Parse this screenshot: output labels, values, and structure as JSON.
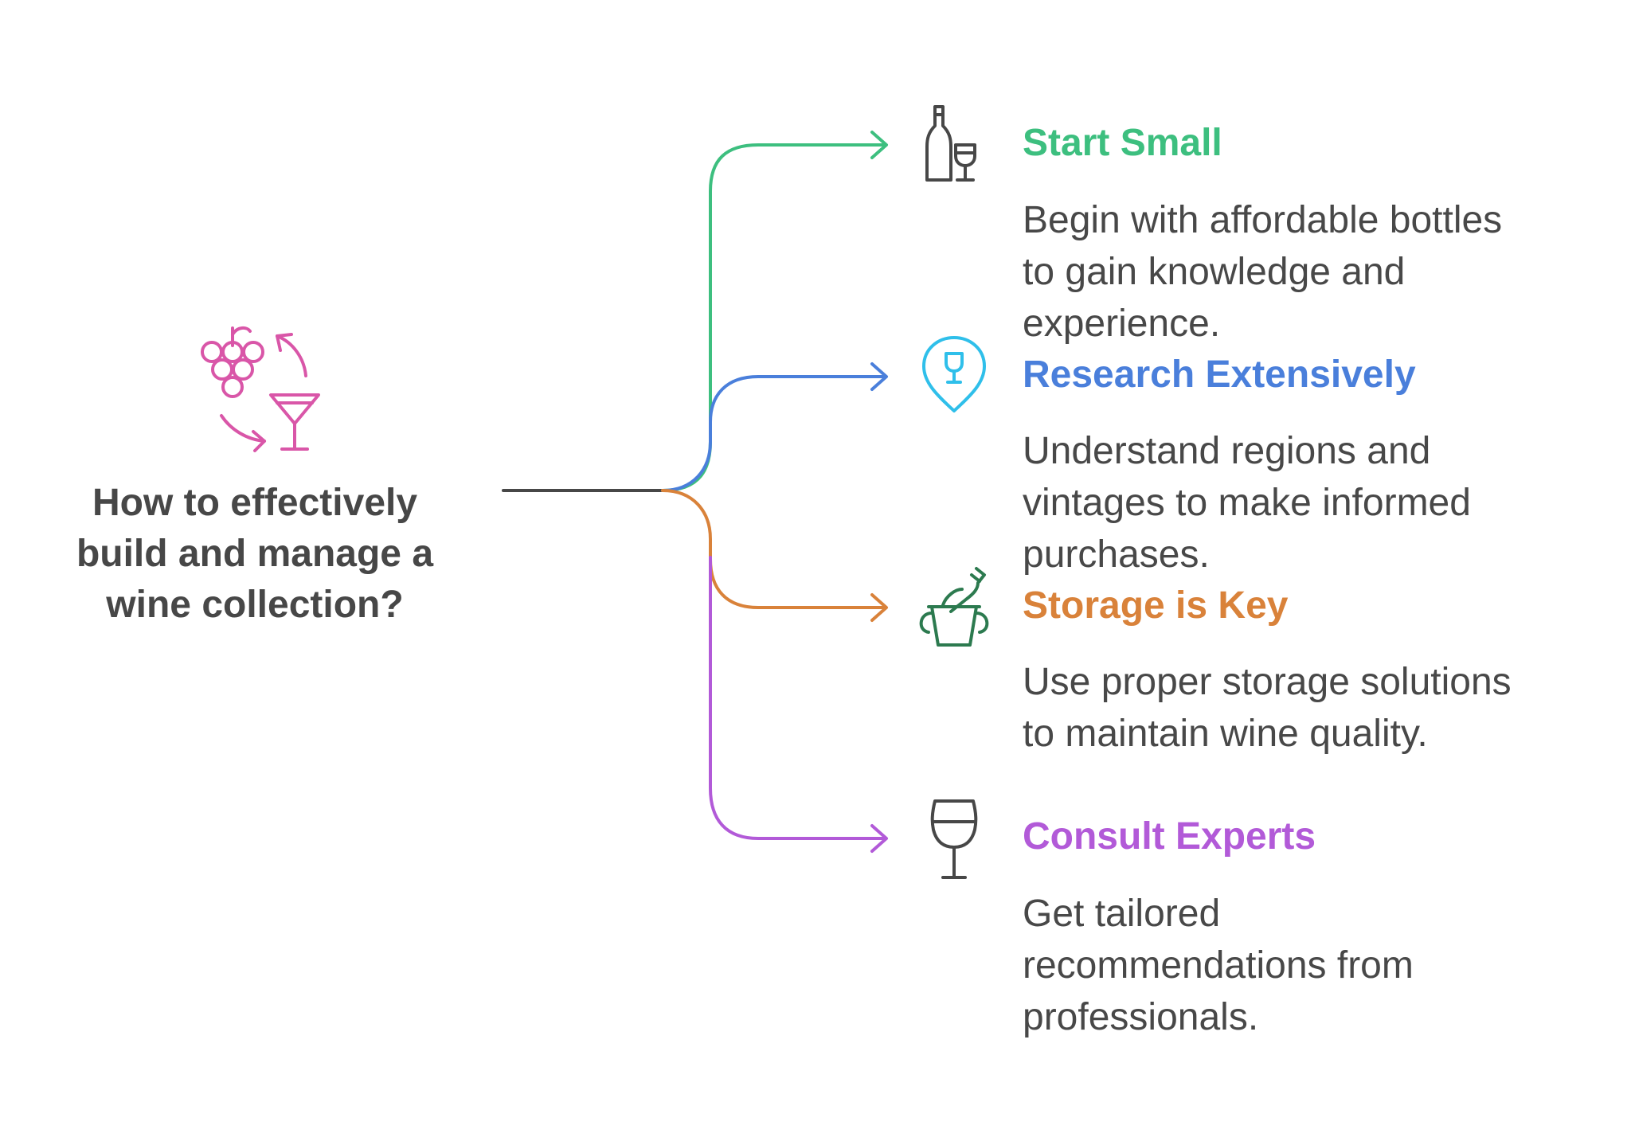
{
  "question": {
    "line1": "How to effectively",
    "line2": "build and manage a",
    "line3": "wine collection?"
  },
  "colors": {
    "trunk": "#474747",
    "start_small": "#3dbf7f",
    "research": "#4a7fdb",
    "storage": "#d9823a",
    "consult": "#b25ad8",
    "question_icon": "#d956a8",
    "pin_icon": "#2fbfea",
    "bucket_icon": "#2c7a4f",
    "dark_icon": "#474747"
  },
  "items": [
    {
      "title": "Start Small",
      "desc_lines": [
        "Begin with affordable bottles",
        "to gain knowledge and",
        "experience."
      ],
      "icon": "wine-bottle-and-glass-icon"
    },
    {
      "title": "Research Extensively",
      "desc_lines": [
        "Understand regions and",
        "vintages to make informed",
        "purchases."
      ],
      "icon": "location-pin-glass-icon"
    },
    {
      "title": "Storage is Key",
      "desc_lines": [
        "Use proper storage solutions",
        "to maintain wine quality."
      ],
      "icon": "ice-bucket-bottle-icon"
    },
    {
      "title": "Consult Experts",
      "desc_lines": [
        "Get tailored",
        "recommendations from",
        "professionals."
      ],
      "icon": "wine-glass-icon"
    }
  ]
}
